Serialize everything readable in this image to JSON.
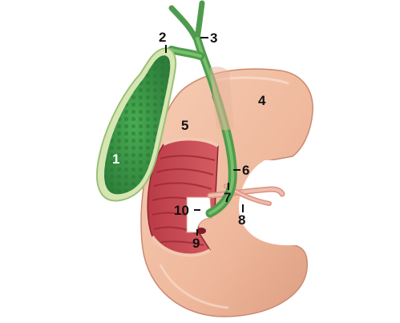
{
  "diagram": {
    "labels": [
      {
        "number": "1"
      },
      {
        "number": "2"
      },
      {
        "number": "3"
      },
      {
        "number": "4"
      },
      {
        "number": "5"
      },
      {
        "number": "6"
      },
      {
        "number": "7"
      },
      {
        "number": "8"
      },
      {
        "number": "9"
      },
      {
        "number": "10"
      }
    ],
    "colors": {
      "gallbladder": "#3f9a4a",
      "gallbladder_rim": "#cfe3a8",
      "duct": "#5faa58",
      "duodenum_outer": "#f1bfa4",
      "duodenum_shadow": "#d99a80",
      "mucosa": "#c4464f",
      "mucosa_fold": "#9e2a36",
      "pancreatic_duct": "#e8a89a",
      "label_text": "#111111"
    }
  }
}
